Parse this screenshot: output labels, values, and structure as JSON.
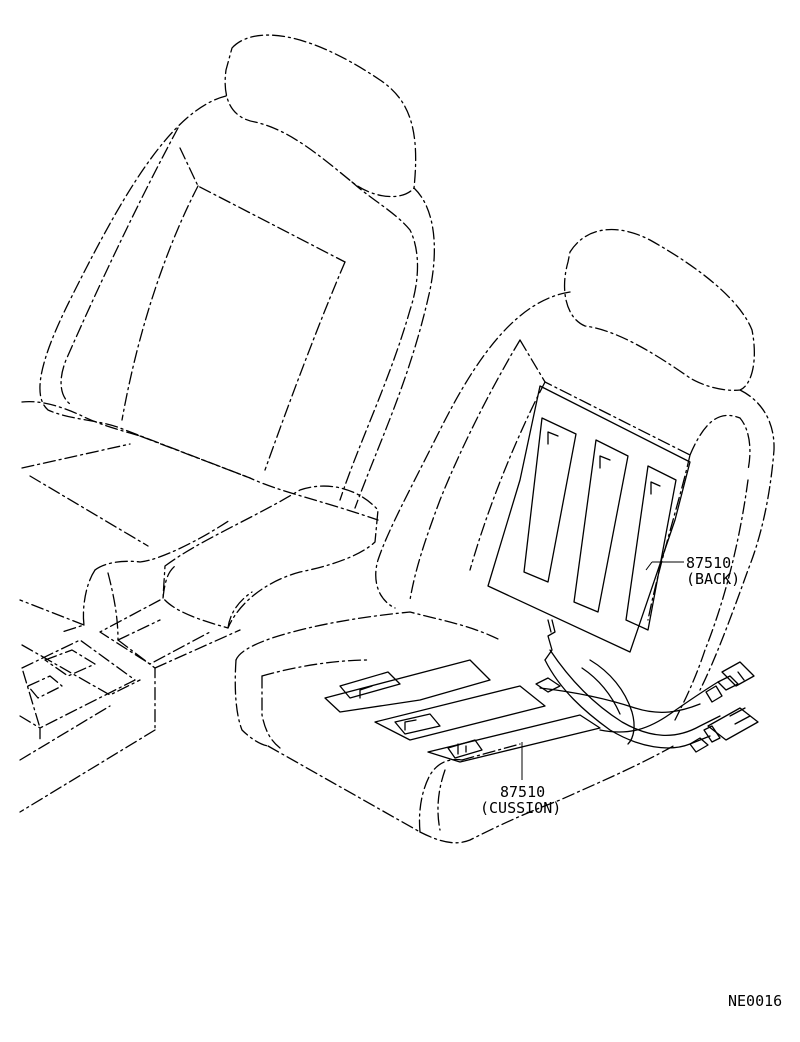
{
  "callouts": {
    "back": {
      "part_no": "87510",
      "name": "(BACK)"
    },
    "cushion": {
      "part_no": "87510",
      "name": "(CUSSION)"
    }
  },
  "figure_code": "NE0016"
}
